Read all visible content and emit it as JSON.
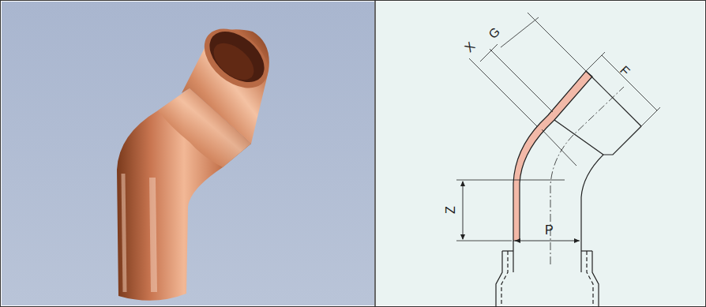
{
  "diagram": {
    "labels": [
      "G",
      "X",
      "F",
      "Z",
      "P"
    ]
  }
}
